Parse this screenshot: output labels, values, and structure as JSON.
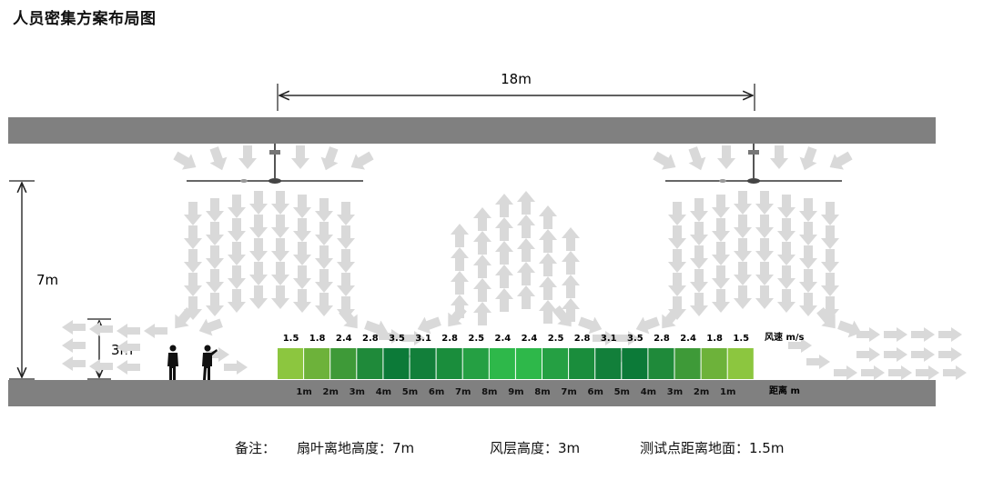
{
  "title": "人员密集方案布局图",
  "dimensions": {
    "span": "18m",
    "fan_height": "7m",
    "air_layer": "3m"
  },
  "bars": {
    "speed_label": "风速 m/s",
    "distance_label": "距离 m",
    "speeds": [
      "1.5",
      "1.8",
      "2.4",
      "2.8",
      "3.5",
      "3.1",
      "2.8",
      "2.5",
      "2.4",
      "2.4",
      "2.5",
      "2.8",
      "3.1",
      "3.5",
      "2.8",
      "2.4",
      "1.8",
      "1.5"
    ],
    "distances": [
      "1m",
      "2m",
      "3m",
      "4m",
      "5m",
      "6m",
      "7m",
      "8m",
      "9m",
      "8m",
      "7m",
      "6m",
      "5m",
      "4m",
      "3m",
      "2m",
      "1m"
    ],
    "colors": [
      "#8cc63f",
      "#6db23a",
      "#3e9a38",
      "#1f8a3a",
      "#0c7a38",
      "#127f3a",
      "#1a8d3c",
      "#25a043",
      "#2eb84a",
      "#2eb84a",
      "#25a043",
      "#1a8d3c",
      "#127f3a",
      "#0c7a38",
      "#1f8a3a",
      "#3e9a38",
      "#6db23a",
      "#8cc63f"
    ]
  },
  "notes": {
    "prefix": "备注：",
    "fan_height": "扇叶离地高度：7m",
    "wind_layer": "风层高度：3m",
    "test_point": "测试点距离地面：1.5m"
  }
}
